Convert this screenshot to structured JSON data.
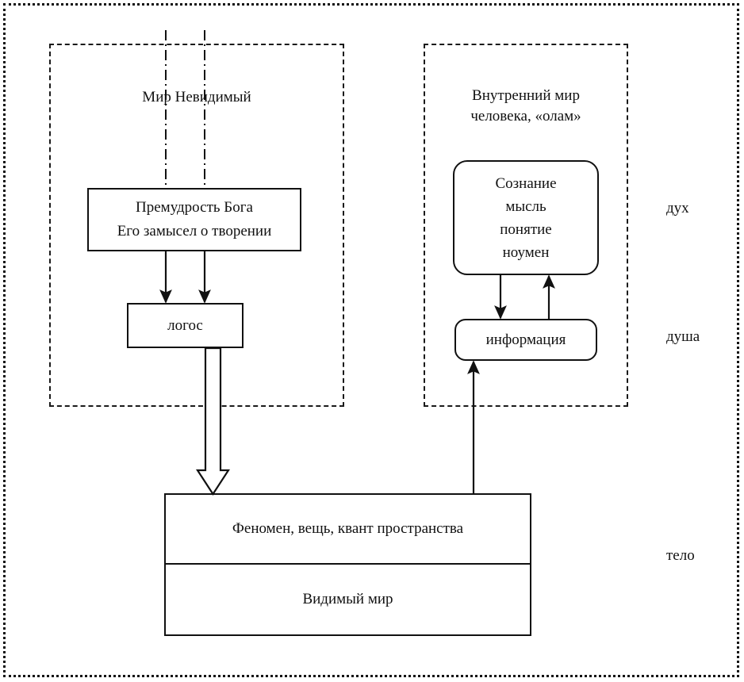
{
  "diagram": {
    "title": "",
    "colors": {
      "stroke": "#111111",
      "background": "#ffffff",
      "frame": "#111111"
    },
    "panels": [
      {
        "id": "invisible-world",
        "title": "Мир Невидимый"
      },
      {
        "id": "inner-world",
        "title": "Внутренний мир\nчеловека, «олам»"
      }
    ],
    "nodes": {
      "wisdom": {
        "line1": "Премудрость Бога",
        "line2": "Его замысел о творении"
      },
      "logos": {
        "label": "логос"
      },
      "consciousness": {
        "line1": "Сознание",
        "line2": "мысль",
        "line3": "понятие",
        "line4": "ноумен"
      },
      "information": {
        "label": "информация"
      },
      "phenomenon": {
        "label": "Феномен, вещь, квант пространства"
      },
      "visible_world": {
        "label": "Видимый мир"
      }
    },
    "side_labels": [
      {
        "id": "spirit",
        "text": "дух"
      },
      {
        "id": "soul",
        "text": "душа"
      },
      {
        "id": "body",
        "text": "тело"
      }
    ],
    "connectors": [
      {
        "id": "wisdom-to-logos-left",
        "kind": "solid-arrow",
        "from": "wisdom",
        "to": "logos"
      },
      {
        "id": "wisdom-to-logos-right",
        "kind": "solid-arrow",
        "from": "wisdom",
        "to": "logos"
      },
      {
        "id": "logos-to-phenomenon",
        "kind": "hollow-block-arrow",
        "from": "logos",
        "to": "phenomenon"
      },
      {
        "id": "consciousness-to-information",
        "kind": "solid-arrow",
        "from": "consciousness",
        "to": "information"
      },
      {
        "id": "information-to-consciousness",
        "kind": "solid-arrow",
        "from": "information",
        "to": "consciousness"
      },
      {
        "id": "phenomenon-to-information",
        "kind": "solid-arrow",
        "from": "phenomenon",
        "to": "information"
      },
      {
        "id": "dashdot-line-left",
        "kind": "dash-dot-vertical"
      },
      {
        "id": "dashdot-line-right",
        "kind": "dash-dot-vertical"
      }
    ]
  }
}
